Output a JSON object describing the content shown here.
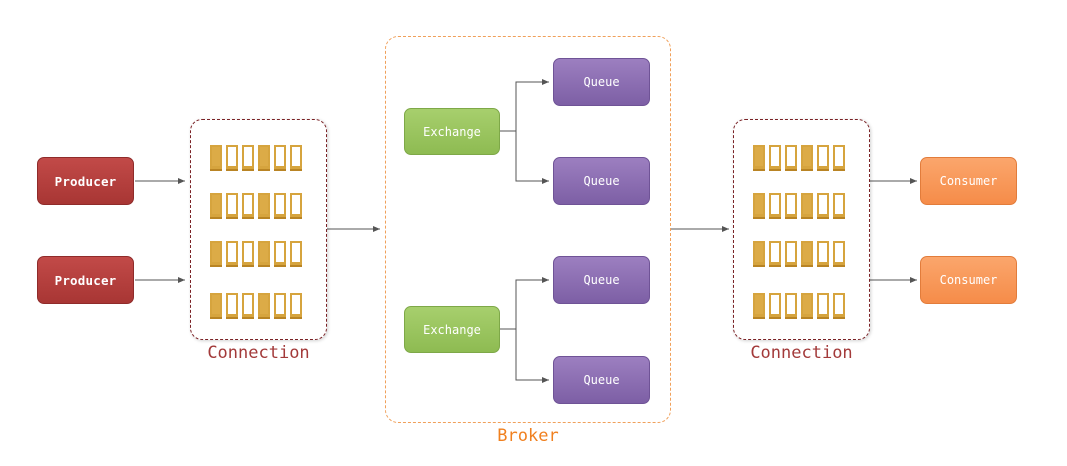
{
  "diagram": {
    "producers": [
      {
        "label": "Producer"
      },
      {
        "label": "Producer"
      }
    ],
    "connections": [
      {
        "label": "Connection"
      },
      {
        "label": "Connection"
      }
    ],
    "broker": {
      "label": "Broker",
      "exchanges": [
        {
          "label": "Exchange",
          "queues": [
            "Queue",
            "Queue"
          ]
        },
        {
          "label": "Exchange",
          "queues": [
            "Queue",
            "Queue"
          ]
        }
      ]
    },
    "consumers": [
      {
        "label": "Consumer"
      },
      {
        "label": "Consumer"
      }
    ],
    "colors": {
      "producer": "#b23f3d",
      "exchange": "#9bc55f",
      "queue": "#8a6db1",
      "consumer": "#f99b5b",
      "connection_border": "#7a2226",
      "broker_border": "#f0a05a",
      "channel_slot": "#dcab47",
      "arrow": "#555555"
    }
  }
}
